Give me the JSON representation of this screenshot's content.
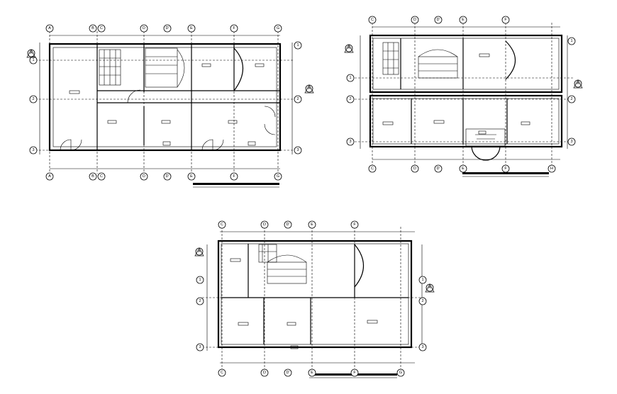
{
  "plans": [
    {
      "id": "plan-left",
      "grid_top": [
        "A",
        "B",
        "C",
        "D",
        "D'",
        "E",
        "F",
        "G"
      ],
      "grid_bottom": [
        "A",
        "B",
        "C",
        "D",
        "D'",
        "E",
        "F",
        "G"
      ],
      "grid_side": [
        "1",
        "2",
        "3"
      ]
    },
    {
      "id": "plan-right",
      "grid_top": [
        "C",
        "D",
        "D'",
        "E",
        "F"
      ],
      "grid_bottom": [
        "C",
        "D",
        "D'",
        "E",
        "F",
        "H"
      ],
      "grid_side": [
        "1",
        "2",
        "3"
      ]
    },
    {
      "id": "plan-bottom",
      "grid_top": [
        "C",
        "D",
        "D'",
        "E",
        "F"
      ],
      "grid_bottom": [
        "C",
        "D",
        "D'",
        "E",
        "F",
        "G"
      ],
      "grid_side": [
        "1",
        "2",
        "3"
      ]
    }
  ],
  "section_marker_label": "A",
  "colors": {
    "line": "#000000",
    "background": "#ffffff"
  }
}
